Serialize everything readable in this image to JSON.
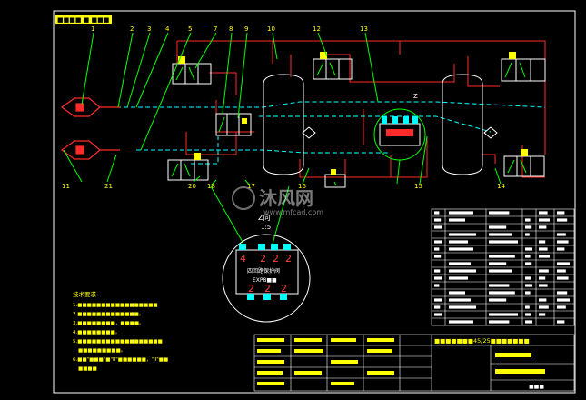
{
  "colors": {
    "background": "#000000",
    "frame": "#ffffff",
    "pipe_red": "#ff2a2a",
    "leader_green": "#00ff00",
    "tank": "#ffffff",
    "dashed_cyan": "#00ffff",
    "label_yellow": "#ffff00",
    "table_line": "#ffffff"
  },
  "diagram": {
    "title_tag": "■■■■ ■ ■■■",
    "numbers_top": [
      "1",
      "2",
      "3",
      "4",
      "5",
      "7",
      "8",
      "9",
      "10",
      "12",
      "13"
    ],
    "numbers_bottom": [
      "11",
      "21",
      "20",
      "18",
      "17",
      "16",
      "15",
      "14"
    ],
    "detail_label": "Z",
    "detail_view": {
      "title": "Z向",
      "scale": "1:5",
      "ports": [
        "4",
        "2",
        "2",
        "2",
        "2",
        "2",
        "2"
      ],
      "module_label": "四回路保护阀",
      "module_code": "EXP8■■"
    },
    "tech_notes": {
      "heading": "技术要求",
      "lines": [
        "1.■■■■■■■■■■■■■■■■■",
        "2.■■■■■■■■■■■■■。",
        "3.■■■■■■■■，■■■■。",
        "4.■■■■■■■■。",
        "5.■■■■■■■■■■■■■■■■■■",
        "■■■■■■■■■。",
        "6.■■\"■■■\"■\"II\"■■■■■■，\"II\"■■",
        "■■■■"
      ]
    },
    "title_block": {
      "drawing_name": "■■■■■■■45/25■■■■■■■",
      "footer": "■■■"
    },
    "watermark": {
      "brand": "沐风网",
      "url": "www.mfcad.com"
    }
  }
}
